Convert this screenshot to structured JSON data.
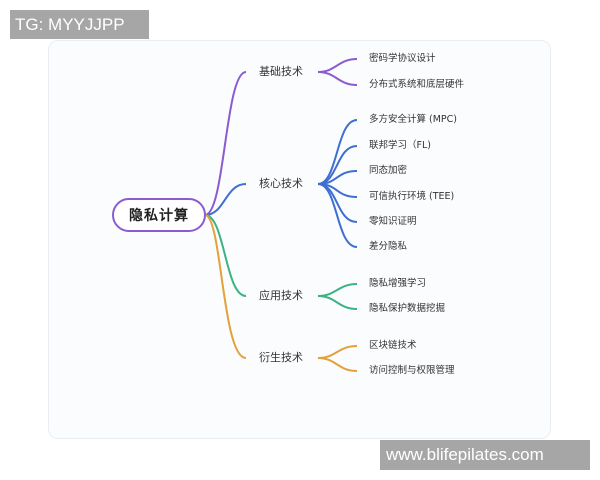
{
  "watermarks": {
    "top_left": "TG: MYYJJPP",
    "bottom_right": "www.blifepilates.com"
  },
  "mindmap": {
    "root": {
      "label": "隐私计算",
      "color": "#8a5cd0"
    },
    "branches": [
      {
        "label": "基础技术",
        "color": "#8a5cd0",
        "children": [
          "密码学协议设计",
          "分布式系统和底层硬件"
        ]
      },
      {
        "label": "核心技术",
        "color": "#3f6fd1",
        "children": [
          "多方安全计算 (MPC)",
          "联邦学习（FL)",
          "同态加密",
          "可信执行环境 (TEE)",
          "零知识证明",
          "差分隐私"
        ]
      },
      {
        "label": "应用技术",
        "color": "#3bb383",
        "children": [
          "隐私增强学习",
          "隐私保护数据挖掘"
        ]
      },
      {
        "label": "衍生技术",
        "color": "#e3a13a",
        "children": [
          "区块链技术",
          "访问控制与权限管理"
        ]
      }
    ]
  }
}
